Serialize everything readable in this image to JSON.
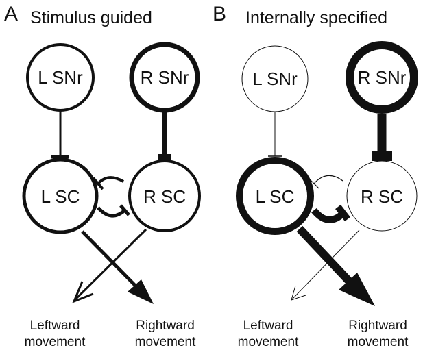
{
  "panels": [
    {
      "letter": "A",
      "title": "Stimulus guided",
      "nodes": {
        "l_snr": "L SNr",
        "r_snr": "R SNr",
        "l_sc": "L SC",
        "r_sc": "R SC"
      },
      "outputs": {
        "left_line1": "Leftward",
        "left_line2": "movement",
        "right_line1": "Rightward",
        "right_line2": "movement"
      }
    },
    {
      "letter": "B",
      "title": "Internally specified",
      "nodes": {
        "l_snr": "L SNr",
        "r_snr": "R SNr",
        "l_sc": "L SC",
        "r_sc": "R SC"
      },
      "outputs": {
        "left_line1": "Leftward",
        "left_line2": "movement",
        "right_line1": "Rightward",
        "right_line2": "movement"
      }
    }
  ],
  "colors": {
    "ink": "#111111",
    "background": "#ffffff"
  }
}
